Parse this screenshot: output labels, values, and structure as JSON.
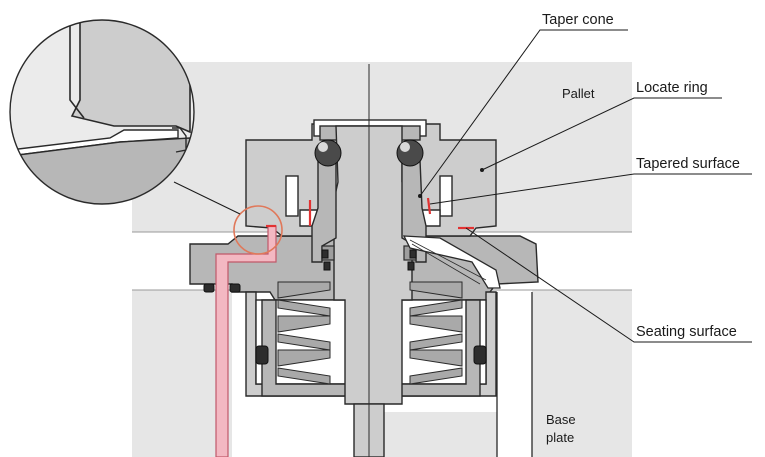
{
  "labels": {
    "taper_cone": "Taper cone",
    "locate_ring": "Locate ring",
    "tapered_surface": "Tapered surface",
    "seating_surface": "Seating surface",
    "pallet": "Pallet",
    "base_plate_line1": "Base",
    "base_plate_line2": "plate"
  },
  "colors": {
    "plate_fill": "#e6e6e6",
    "steel": "#b7b7b7",
    "air_channel": "#f3b8c2",
    "contact_highlight": "#e23232",
    "detail_circle": "#e0785a"
  }
}
